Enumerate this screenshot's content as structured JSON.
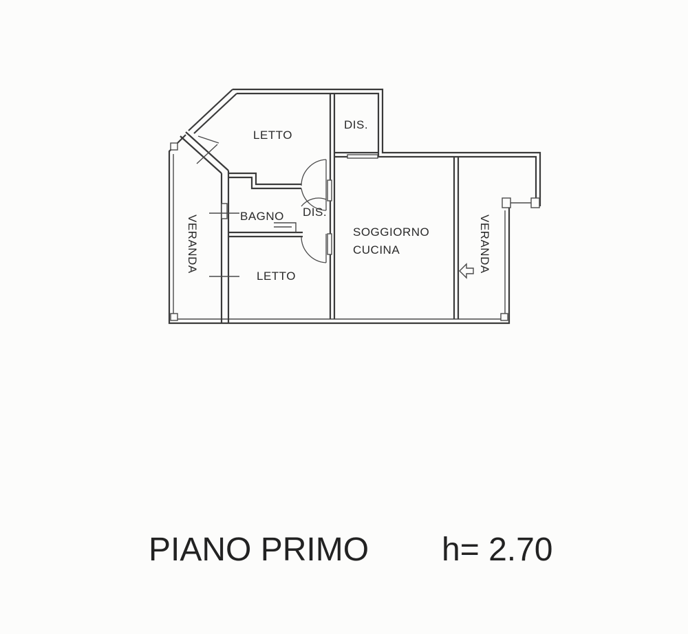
{
  "rooms": {
    "letto_top": "LETTO",
    "dis_top": "DIS.",
    "bagno": "BAGNO",
    "dis_mid": "DIS.",
    "soggiorno": "SOGGIORNO",
    "cucina": "CUCINA",
    "letto_bottom": "LETTO",
    "veranda_left": "VERANDA",
    "veranda_right": "VERANDA"
  },
  "caption": {
    "floor": "PIANO PRIMO",
    "height": "h= 2.70"
  }
}
